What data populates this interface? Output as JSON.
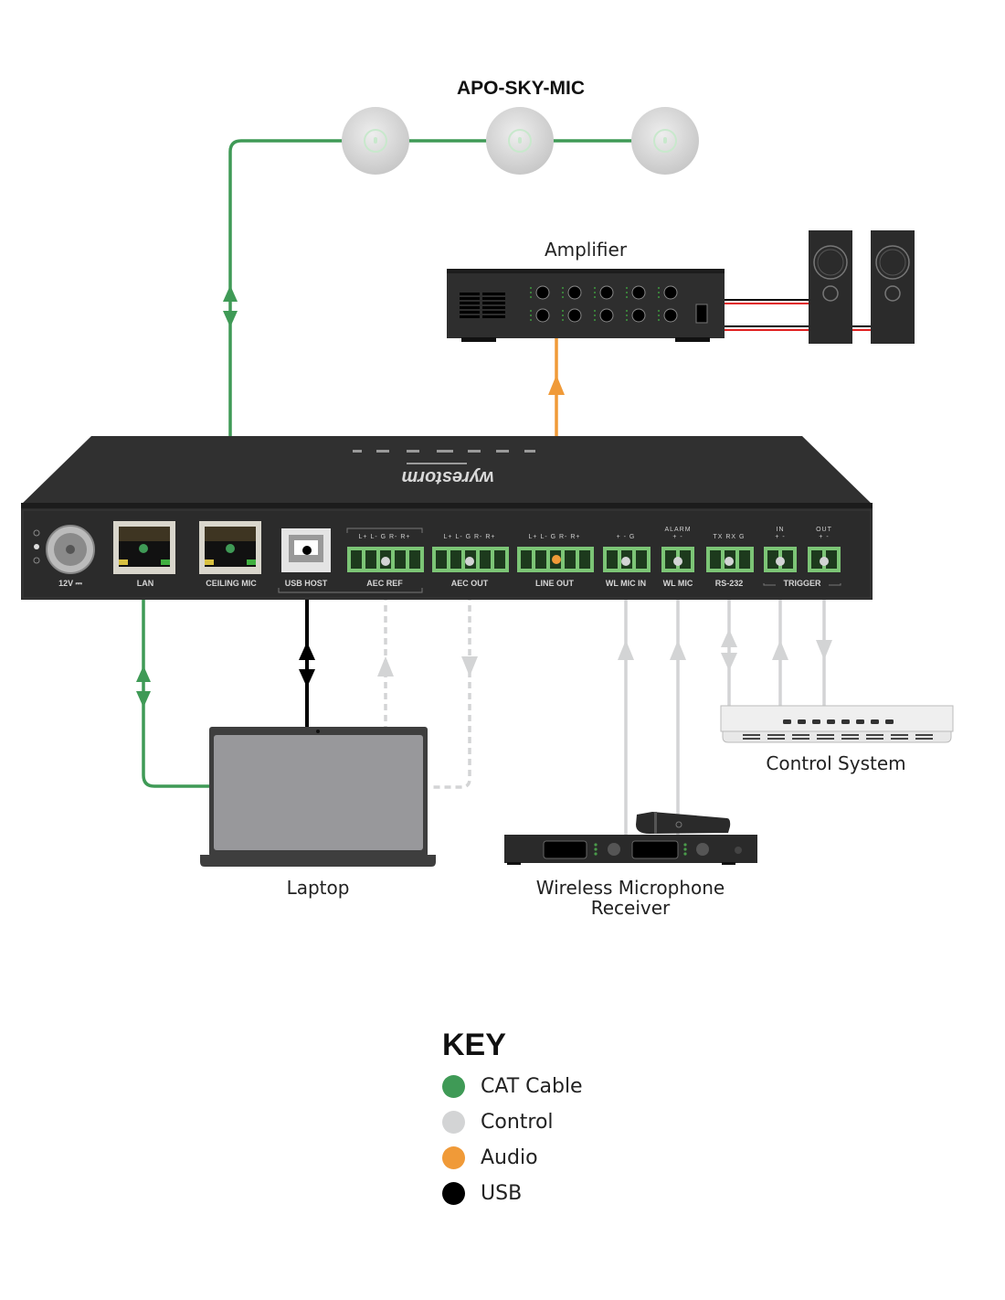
{
  "colors": {
    "cat": "#3f9a56",
    "control": "#d3d4d5",
    "audio": "#f09a38",
    "usb": "#000000",
    "device_body": "#2e2e2e",
    "terminal_green": "#7cc576"
  },
  "labels": {
    "mic_group": "APO-SKY-MIC",
    "amplifier": "Amplifier",
    "control_system": "Control System",
    "laptop": "Laptop",
    "wireless_receiver_line1": "Wireless Microphone",
    "wireless_receiver_line2": "Receiver"
  },
  "hub": {
    "brand": "wyrestorm",
    "ports": [
      {
        "name": "power",
        "label": "12V ⎓"
      },
      {
        "name": "lan",
        "label": "LAN"
      },
      {
        "name": "ceiling-mic",
        "label": "CEILING MIC"
      },
      {
        "name": "usb-host",
        "label": "USB HOST"
      },
      {
        "name": "aec-ref",
        "label": "AEC REF",
        "pins": "L+ L- G R- R+"
      },
      {
        "name": "aec-out",
        "label": "AEC OUT",
        "pins": "L+ L- G R- R+"
      },
      {
        "name": "line-out",
        "label": "LINE OUT",
        "pins": "L+ L- G R- R+"
      },
      {
        "name": "wl-mic-in",
        "label": "WL MIC IN",
        "pins": "+ - G"
      },
      {
        "name": "wl-mic",
        "label": "WL MIC",
        "pins": "+ -",
        "top": "ALARM"
      },
      {
        "name": "rs232",
        "label": "RS-232",
        "pins": "TX RX G"
      },
      {
        "name": "trigger-in",
        "label": "",
        "pins": "+ -",
        "top": "IN"
      },
      {
        "name": "trigger-out",
        "label": "",
        "pins": "+ -",
        "top": "OUT"
      }
    ],
    "trigger_group_label": "TRIGGER"
  },
  "key": {
    "title": "KEY",
    "items": [
      {
        "label": "CAT Cable",
        "color": "#3f9a56"
      },
      {
        "label": "Control",
        "color": "#d3d4d5"
      },
      {
        "label": "Audio",
        "color": "#f09a38"
      },
      {
        "label": "USB",
        "color": "#000000"
      }
    ]
  }
}
